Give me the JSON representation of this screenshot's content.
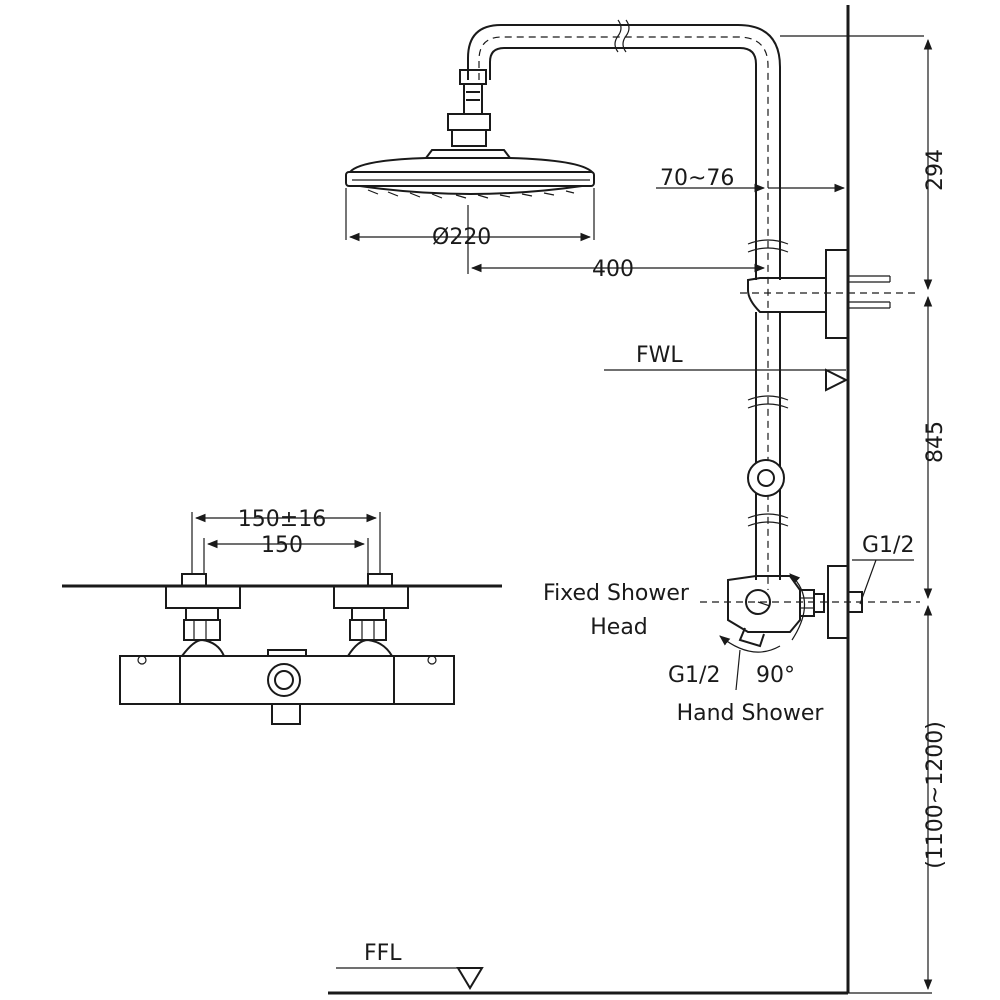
{
  "labels": {
    "head_diameter": "Ø220",
    "head_offset": "400",
    "wall_gap": "70~76",
    "dim_top": "294",
    "dim_mid": "845",
    "dim_bottom": "(1100~1200)",
    "fwl": "FWL",
    "ffl": "FFL",
    "inlet_thread": "G1/2",
    "outlet_thread": "G1/2",
    "rotation": "90°",
    "fixed_head_line1": "Fixed Shower",
    "fixed_head_line2": "Head",
    "hand_shower": "Hand Shower",
    "centers_range": "150±16",
    "centers": "150"
  },
  "icons": [
    "arrow-icon",
    "level-marker-icon",
    "rotation-arrow-icon"
  ]
}
